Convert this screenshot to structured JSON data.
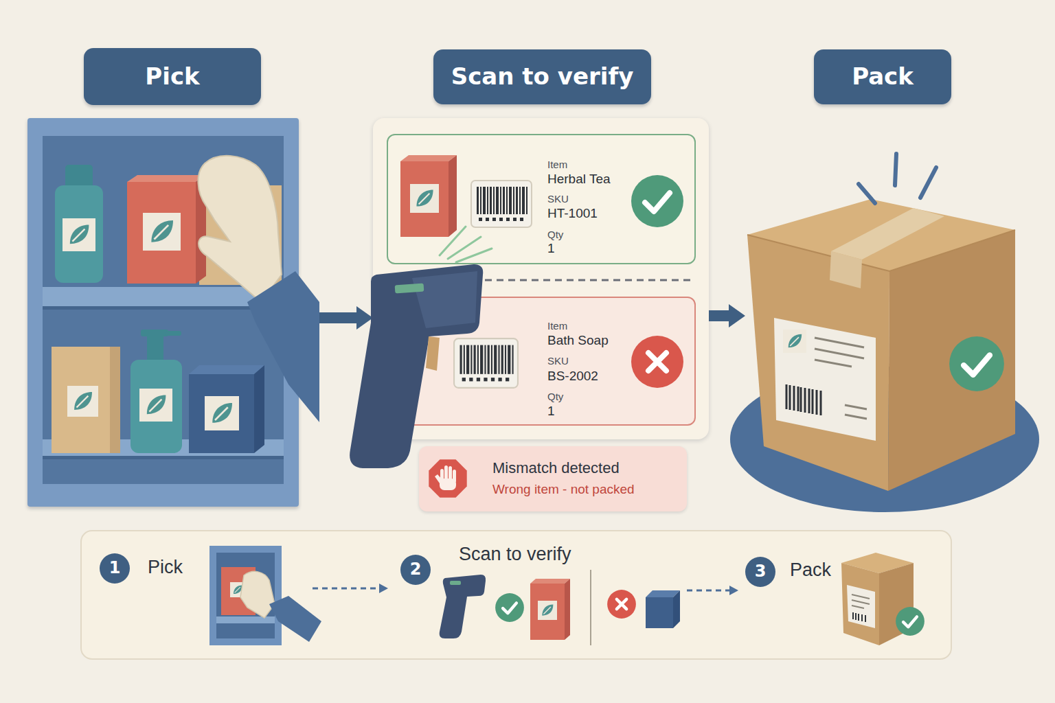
{
  "diagram": {
    "nodes": [
      {
        "text": [
          "Pick"
        ]
      },
      {
        "text": [
          "Scan to verify"
        ]
      },
      {
        "text": [
          "Item",
          "Herbal Tea",
          "SKU",
          "HT-1001",
          "Qty",
          "1"
        ],
        "in": 1
      },
      {
        "text": [
          "Item",
          "Bath Soap",
          "SKU",
          "BS-2002",
          "Qty",
          "1"
        ],
        "in": 1
      },
      {
        "text": [
          "Mismatch detected",
          "Wrong item - not packed"
        ]
      },
      {
        "text": [
          "Pack"
        ]
      },
      {
        "text": [
          "1",
          "Pick"
        ]
      },
      {
        "text": [
          "2",
          "Scan to verify"
        ]
      },
      {
        "text": [
          "3",
          "Pack"
        ]
      }
    ],
    "edges": [
      {
        "from": 0,
        "to": 1,
        "arrow": "to"
      },
      {
        "from": 1,
        "to": 5,
        "arrow": "to"
      }
    ]
  }
}
